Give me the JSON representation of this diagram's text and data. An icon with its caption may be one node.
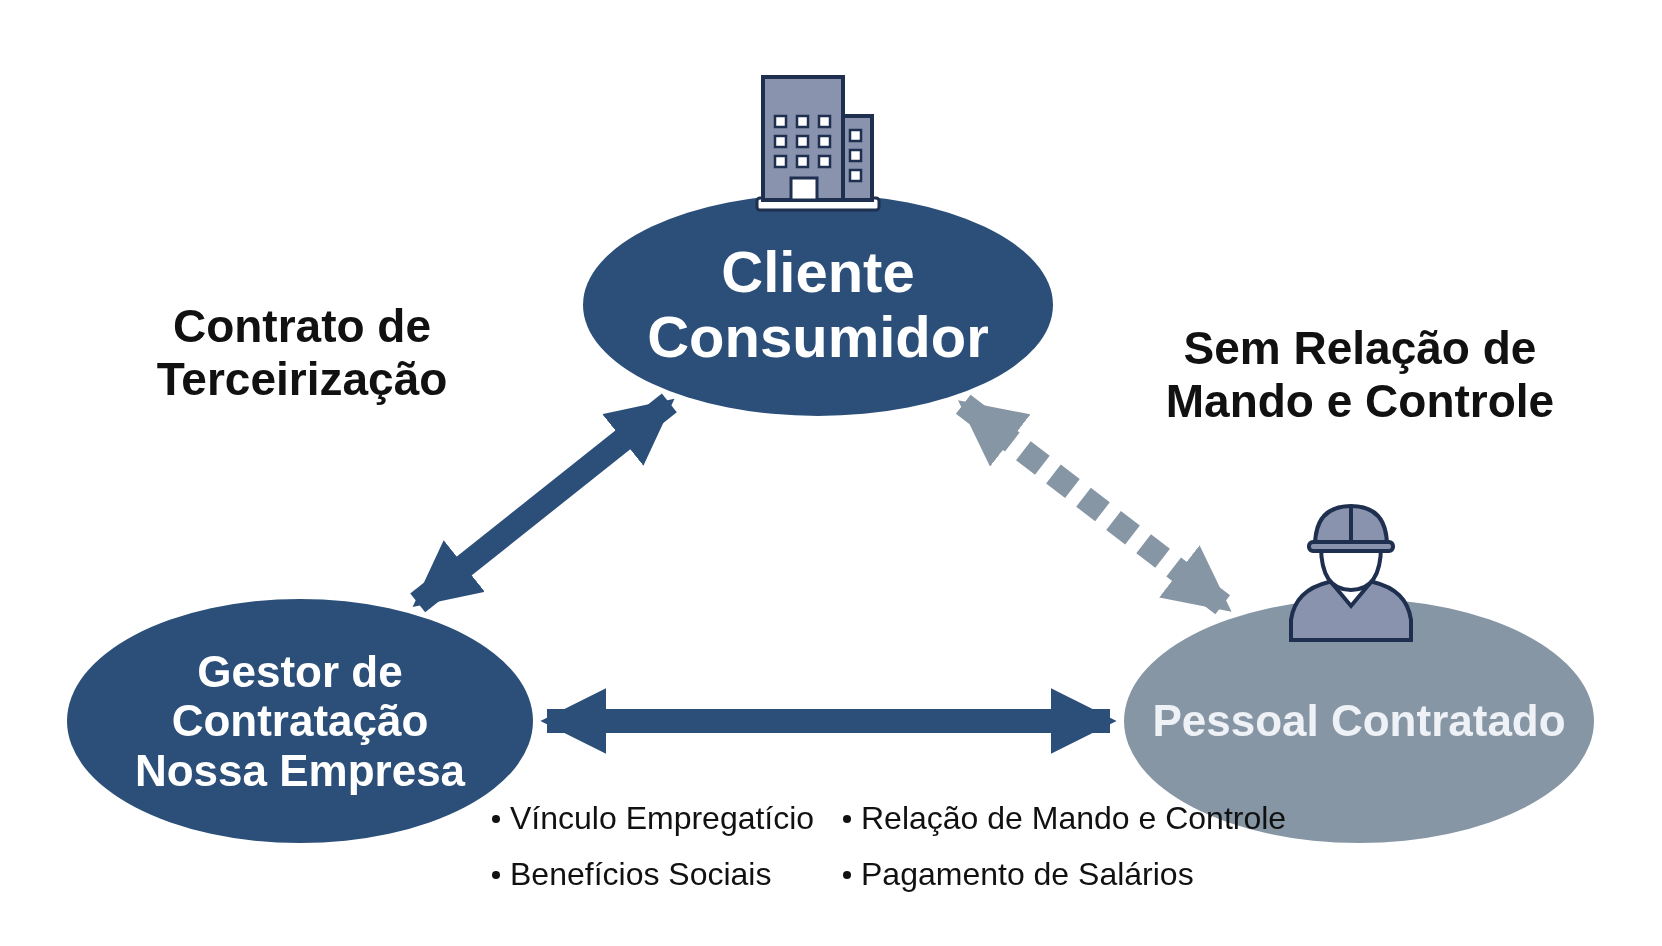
{
  "diagram": {
    "nodes": [
      {
        "text": [
          "Cliente Consumidor"
        ]
      },
      {
        "text": [
          "Gestor de Contratação Nossa Empresa"
        ]
      },
      {
        "text": [
          "Pessoal Contratado"
        ]
      }
    ],
    "edges": [
      {
        "from": 1,
        "to": 0,
        "arrow": "both"
      },
      {
        "from": 0,
        "to": 2,
        "arrow": "both",
        "style": "dashed",
        "color": "#8796a5"
      },
      {
        "from": 1,
        "to": 2,
        "arrow": "both"
      }
    ],
    "labels": [
      "Contrato de Terceirização",
      "Sem Relação de Mando e Controle",
      "Vínculo Empregatício",
      "Relação de Mando e Controle",
      "Benefícios Sociais",
      "Pagamento de Salários"
    ]
  }
}
